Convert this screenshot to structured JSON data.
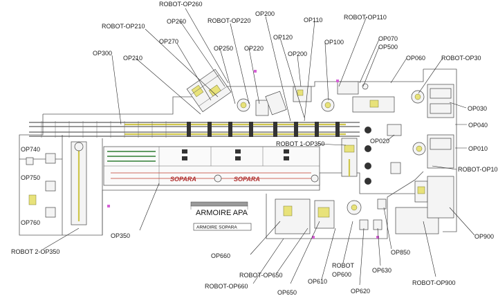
{
  "brand": "SOPARA",
  "cabinets": {
    "apa": "ARMOIRE APA",
    "sopara": "ARMOIRE SOPARA"
  },
  "labels": {
    "robot_op260": "ROBOT-OP260",
    "robot_op210": "ROBOT-OP210",
    "op260": "OP260",
    "robot_op220": "ROBOT-OP220",
    "op200_top": "OP200",
    "op110": "OP110",
    "robot_op110": "ROBOT-OP110",
    "op270": "OP270",
    "op250": "OP250",
    "op220": "OP220",
    "op120": "OP120",
    "op100": "OP100",
    "op070": "OP070",
    "op500": "OP500",
    "op300": "OP300",
    "op210": "OP210",
    "op200_mid": "OP200",
    "op060": "OP060",
    "robot_op30": "ROBOT-OP30",
    "op030": "OP030",
    "op040": "OP040",
    "robot1_op350": "ROBOT 1-OP350",
    "op020": "OP020",
    "op010": "OP010",
    "robot_op10": "ROBOT-OP10",
    "op740": "OP740",
    "op750": "OP750",
    "op760": "OP760",
    "robot2_op350": "ROBOT 2-OP350",
    "op350": "OP350",
    "op900": "OP900",
    "op660": "OP660",
    "robot_op650": "ROBOT-OP650",
    "robot_op660": "ROBOT-OP660",
    "op650": "OP650",
    "op610": "OP610",
    "robot_op600_a": "ROBOT",
    "robot_op600_b": "OP600",
    "op620": "OP620",
    "op630": "OP630",
    "op850": "OP850",
    "robot_op900": "ROBOT-OP900"
  }
}
